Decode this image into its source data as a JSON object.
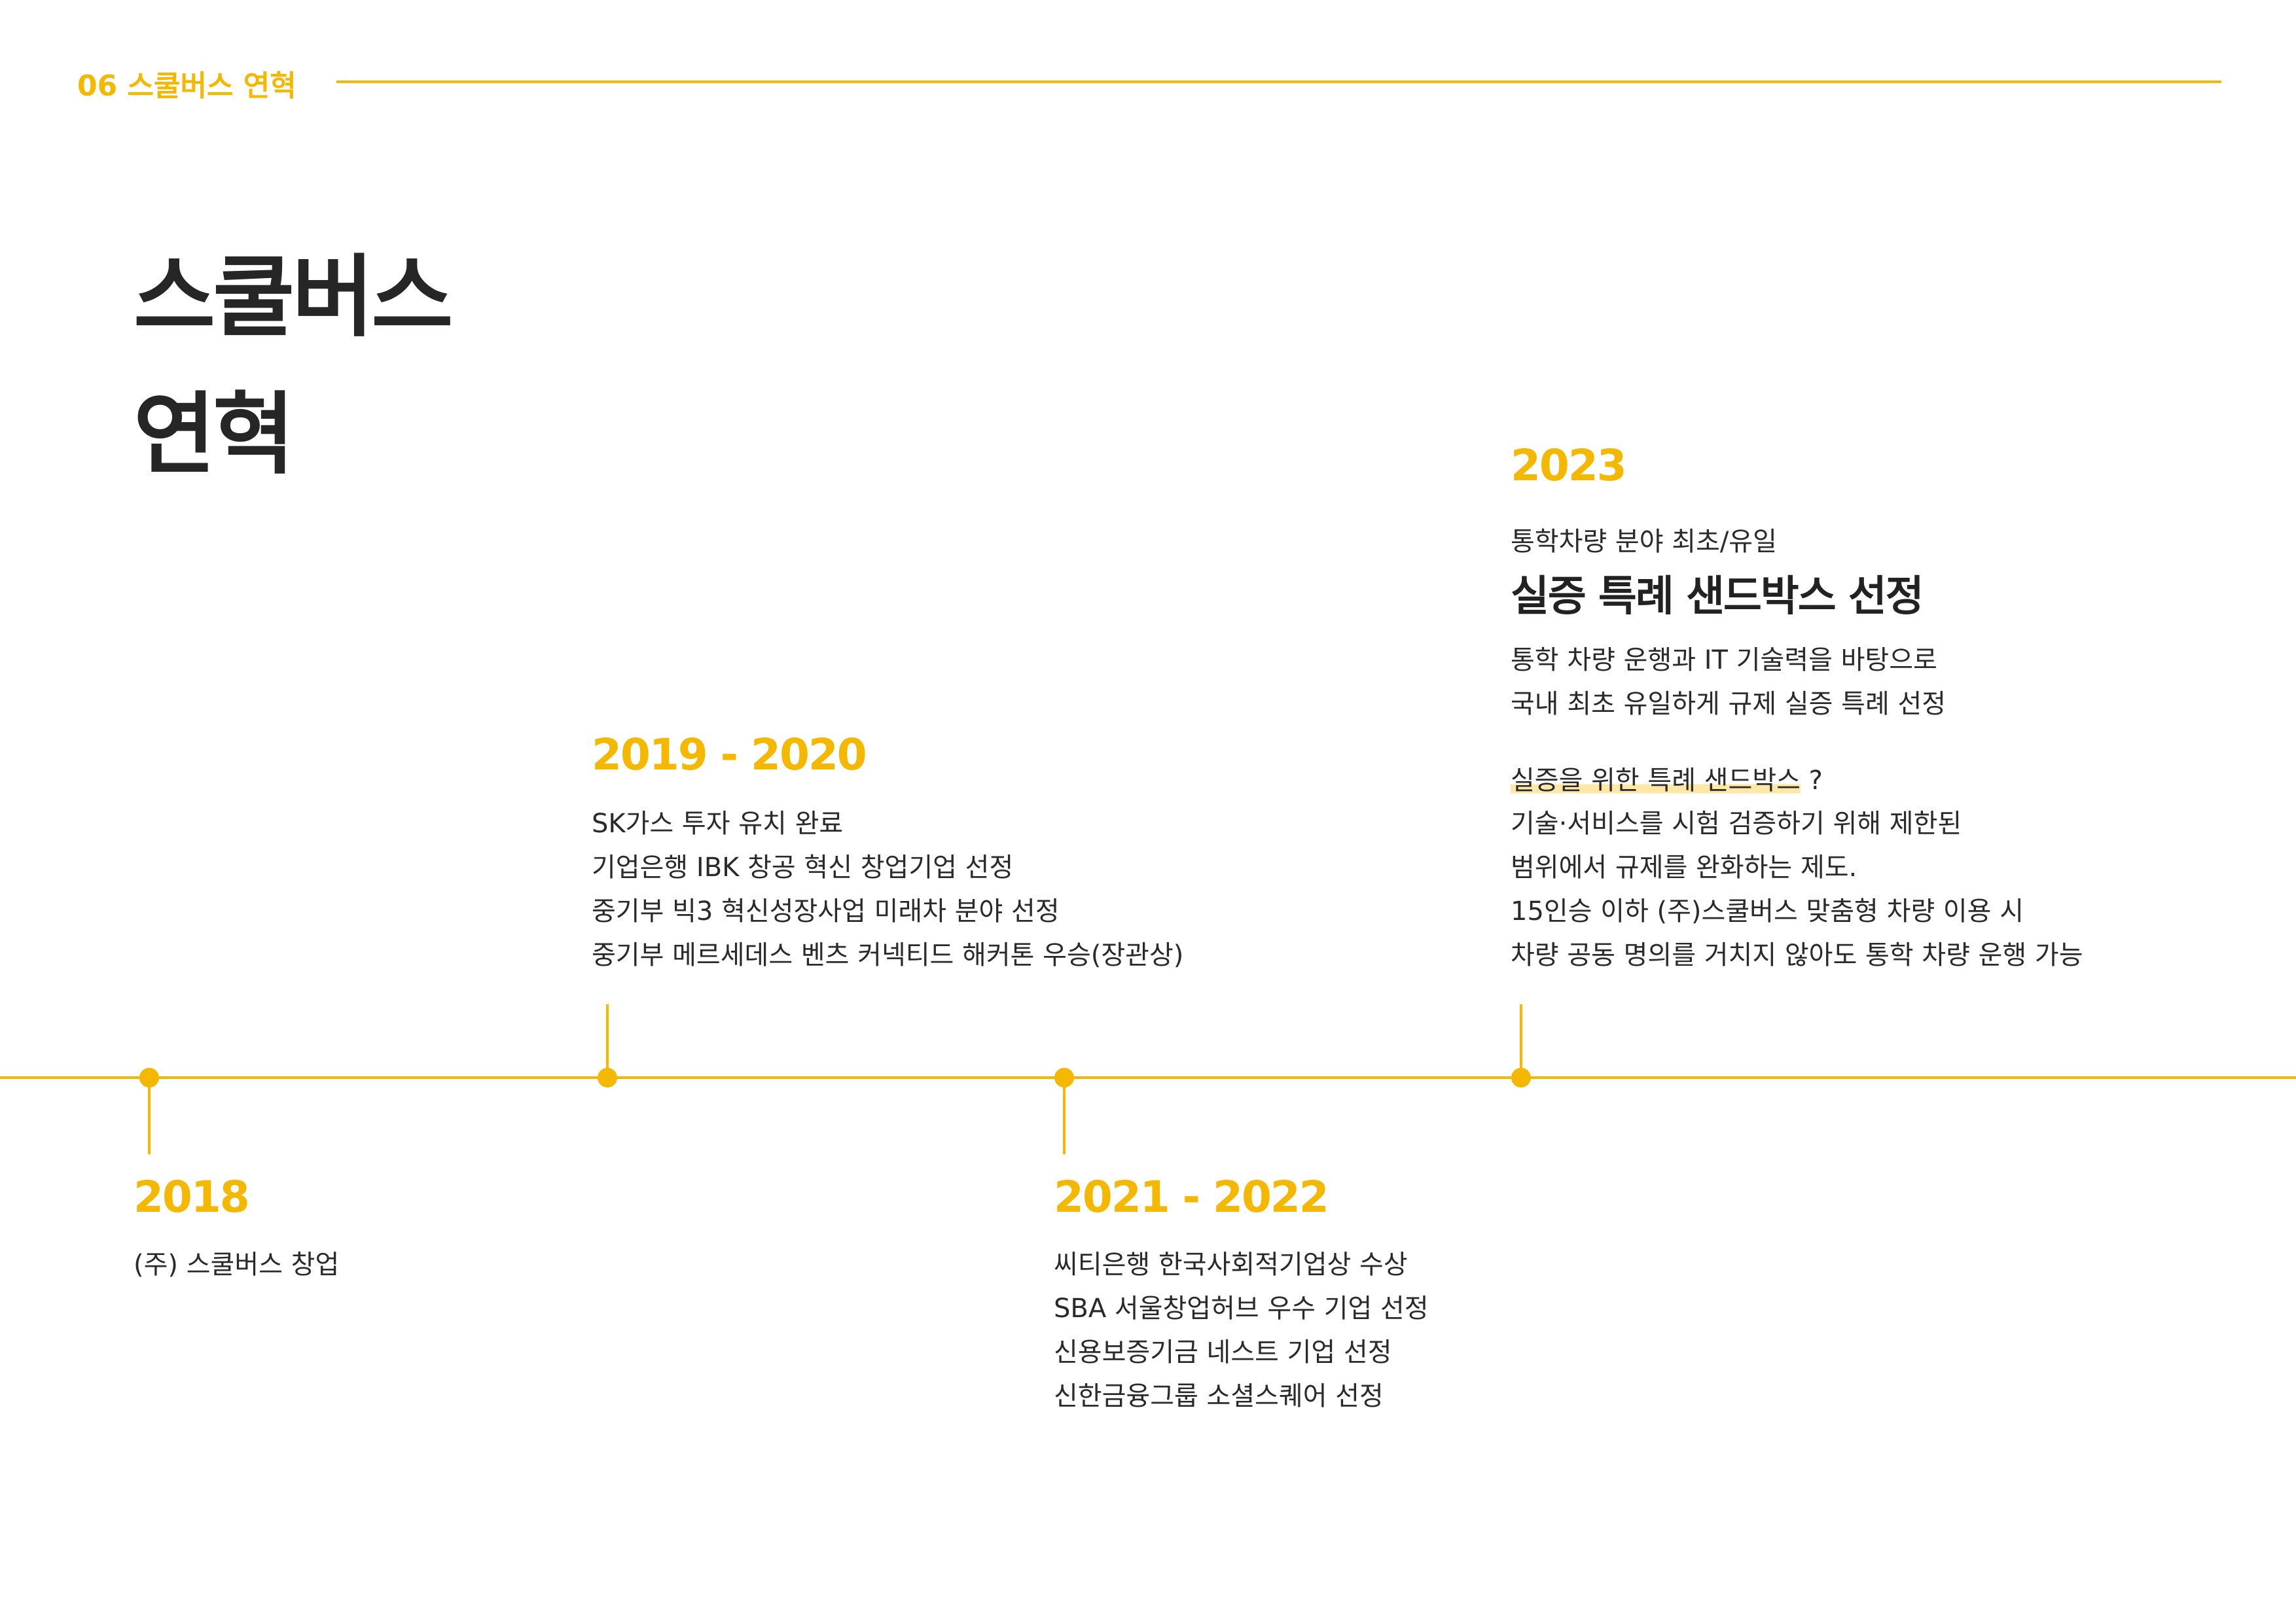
{
  "header": {
    "section_label": "06 스쿨버스 연혁"
  },
  "title": {
    "line1": "스쿨버스",
    "line2": "연혁"
  },
  "timeline": {
    "accent_color": "#F5B800",
    "entries": [
      {
        "year": "2018",
        "items": [
          "(주) 스쿨버스 창업"
        ]
      },
      {
        "year": "2019 - 2020",
        "items": [
          "SK가스 투자 유치 완료",
          "기업은행 IBK 창공 혁신 창업기업 선정",
          "중기부 빅3 혁신성장사업 미래차 분야 선정",
          "중기부 메르세데스 벤츠 커넥티드 해커톤 우승(장관상)"
        ]
      },
      {
        "year": "2021 - 2022",
        "items": [
          "씨티은행 한국사회적기업상 수상",
          "SBA 서울창업허브 우수 기업 선정",
          "신용보증기금 네스트 기업 선정",
          "신한금융그룹 소셜스퀘어 선정"
        ]
      },
      {
        "year": "2023",
        "subtitle": "통학차량 분야 최초/유일",
        "highlight": "실증 특례 샌드박스 선정",
        "description": [
          "통학 차량 운행과 IT 기술력을 바탕으로",
          "국내 최초 유일하게 규제 실증 특례 선정"
        ],
        "question_term": "실증을 위한 특례 샌드박스",
        "question_mark": " ?",
        "explanation": [
          "기술·서비스를 시험 검증하기 위해 제한된",
          "범위에서 규제를 완화하는 제도.",
          "15인승 이하 (주)스쿨버스 맞춤형 차량 이용 시",
          "차량 공동 명의를 거치지 않아도 통학 차량 운행 가능"
        ]
      }
    ]
  }
}
